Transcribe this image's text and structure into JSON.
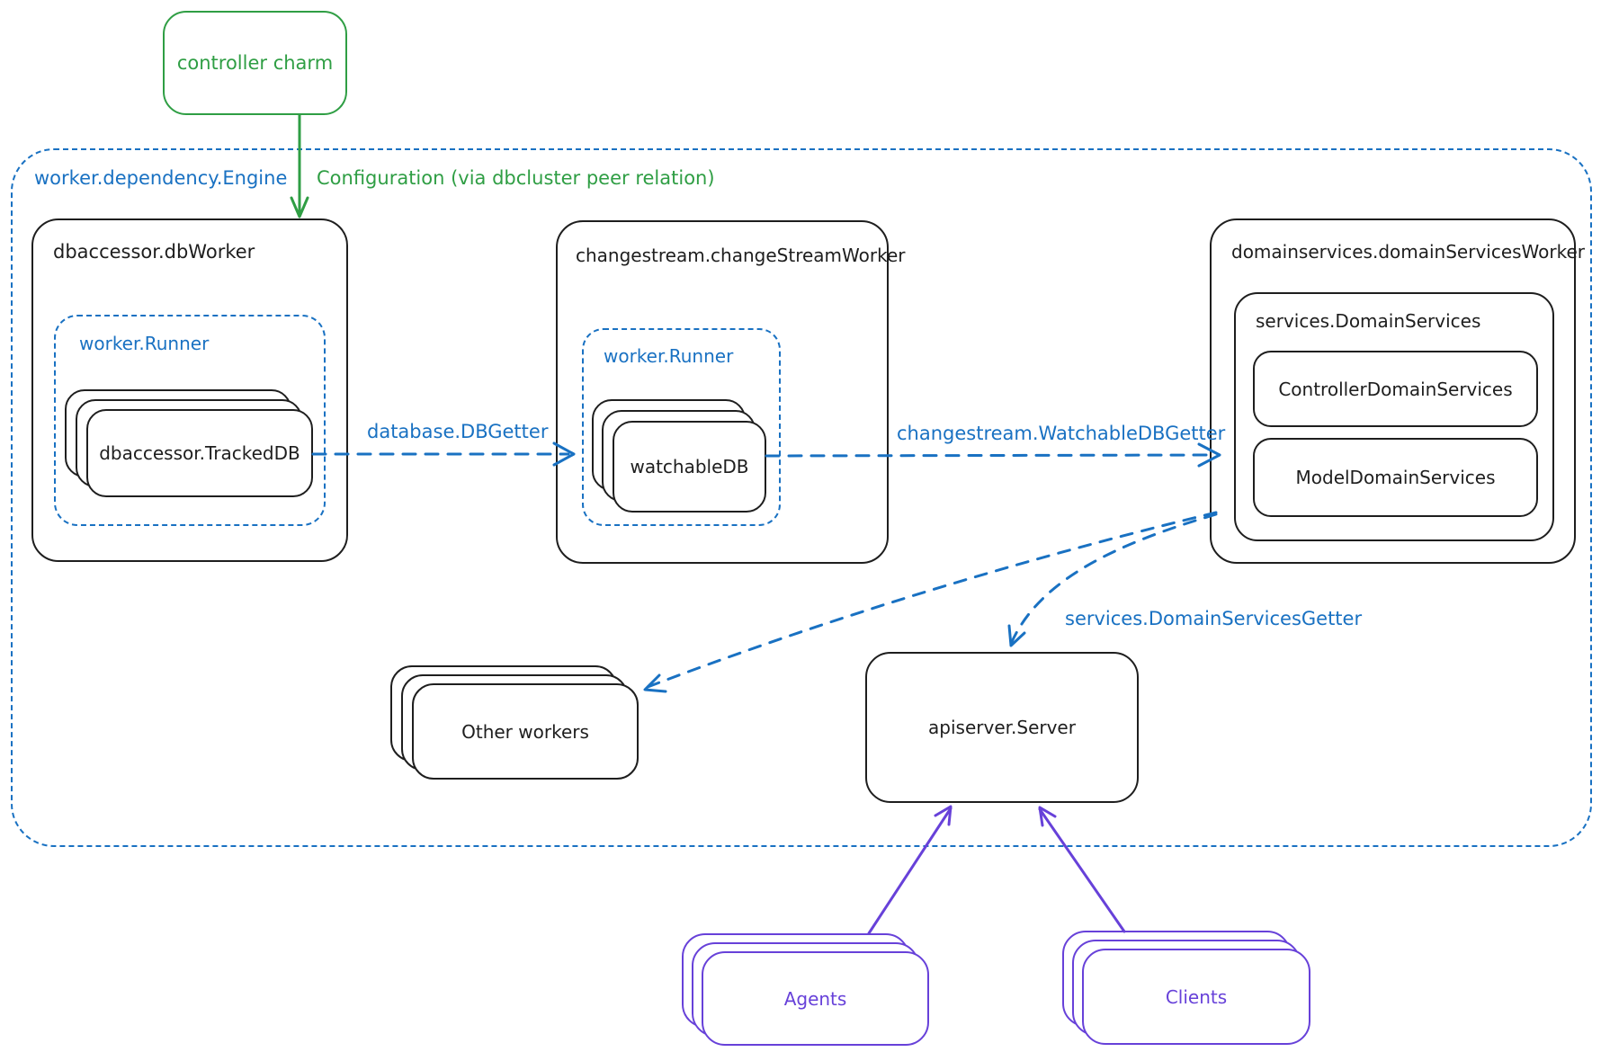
{
  "colors": {
    "blue": "#1971c2",
    "green": "#2f9e44",
    "purple": "#6741d9",
    "ink": "#1e1e1e",
    "background": "#ffffff"
  },
  "top": {
    "controller_charm": "controller charm",
    "configuration_label": "Configuration (via dbcluster peer relation)"
  },
  "engine": {
    "label": "worker.dependency.Engine"
  },
  "db_worker": {
    "title": "dbaccessor.dbWorker",
    "runner_label": "worker.Runner",
    "tracked_db": "dbaccessor.TrackedDB"
  },
  "changestream": {
    "title": "changestream.changeStreamWorker",
    "runner_label": "worker.Runner",
    "watchable_db": "watchableDB"
  },
  "domainservices": {
    "title": "domainservices.domainServicesWorker",
    "services_title": "services.DomainServices",
    "controller": "ControllerDomainServices",
    "model": "ModelDomainServices"
  },
  "edges": {
    "db_getter": "database.DBGetter",
    "watchable_db_getter": "changestream.WatchableDBGetter",
    "domain_services_getter": "services.DomainServicesGetter"
  },
  "other_workers": {
    "label": "Other workers"
  },
  "apiserver": {
    "label": "apiserver.Server"
  },
  "agents": {
    "label": "Agents"
  },
  "clients": {
    "label": "Clients"
  }
}
